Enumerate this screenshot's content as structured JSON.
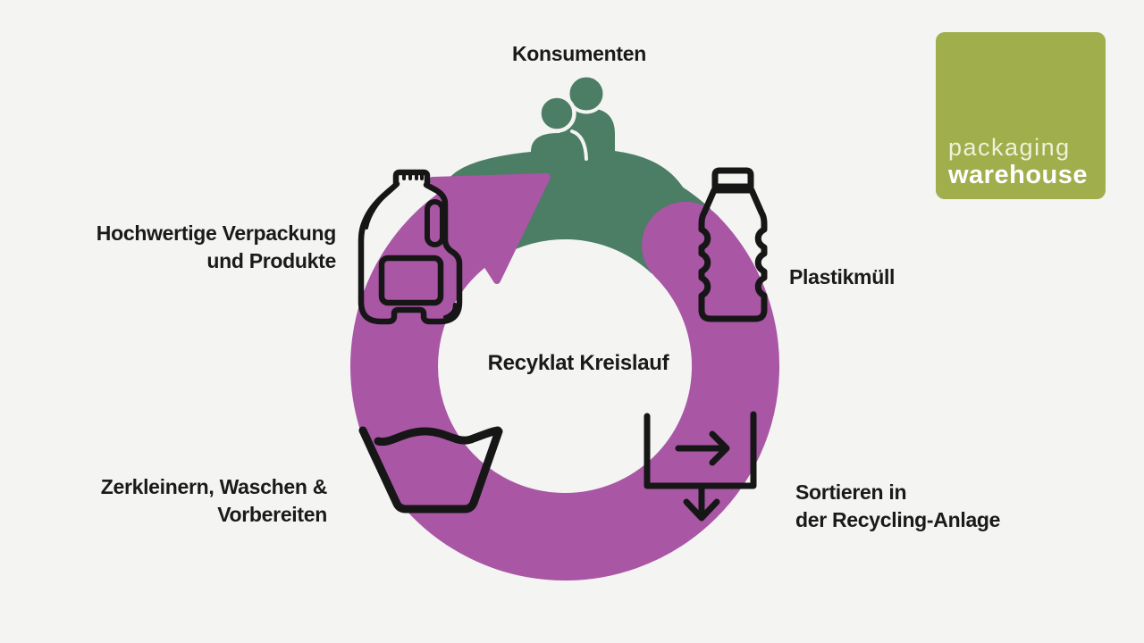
{
  "page": {
    "background": "#F4F4F3"
  },
  "colors": {
    "purple": "#A956A5",
    "green": "#4B7E65",
    "ink": "#161616",
    "label_text": "#1A1A1A",
    "separator": "#F4F4F3",
    "logo_bg": "#A0AE4B",
    "logo_text": "#FFFFFF"
  },
  "labels": {
    "consumers": "Konsumenten",
    "plastic_waste": "Plastikmüll",
    "sorting_line1": "Sortieren in",
    "sorting_line2": "der Recycling-Anlage",
    "shredding_line1": "Zerkleinern, Waschen &",
    "shredding_line2": "Vorbereiten",
    "packaging_line1": "Hochwertige Verpackung",
    "packaging_line2": "und Produkte",
    "center": "Recyklat Kreislauf"
  },
  "icons": {
    "top": "people-icon",
    "top_left": "detergent-jug-icon",
    "right": "plastic-bottle-icon",
    "bottom_left": "wash-basin-icon",
    "bottom_right": "sorting-conveyor-icon",
    "ring": "cycle-arrow-ring"
  },
  "logo": {
    "line1": "packaging",
    "line2": "warehouse"
  }
}
